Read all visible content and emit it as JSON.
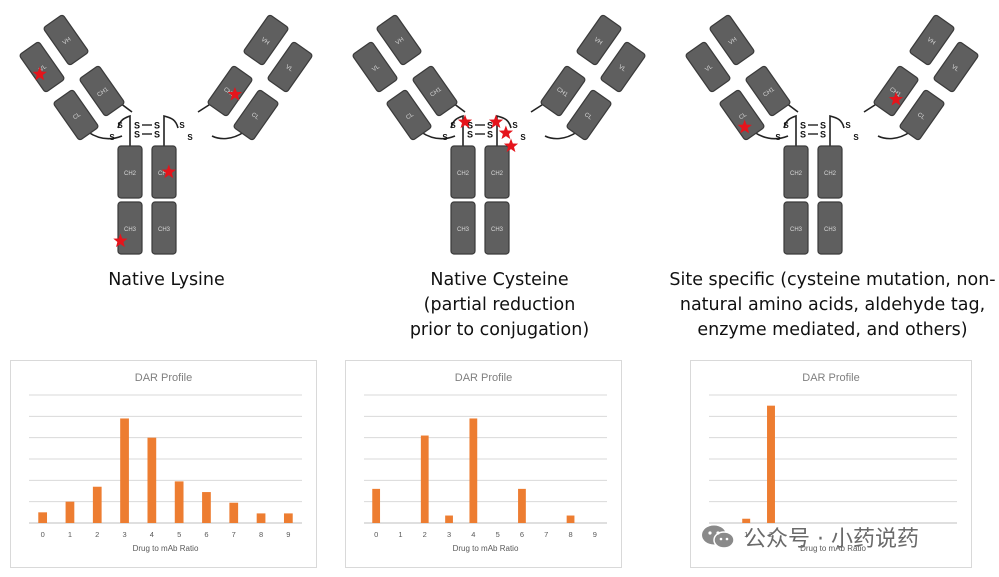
{
  "panels": [
    {
      "caption": [
        "Native Lysine"
      ],
      "stars": [
        {
          "part": "vl_left",
          "u": 0.25,
          "v": 0.6
        },
        {
          "part": "ch1_right",
          "u": 0.75,
          "v": 0.5
        },
        {
          "part": "ch2_right",
          "u": 0.7,
          "v": 0.5
        },
        {
          "part": "ch3_left",
          "u": 0.1,
          "v": 0.75
        }
      ],
      "chart_data": {
        "type": "bar",
        "title": "DAR Profile",
        "xlabel": "Drug to mAb Ratio",
        "ylabel": "",
        "categories": [
          "0",
          "1",
          "2",
          "3",
          "4",
          "5",
          "6",
          "7",
          "8",
          "9"
        ],
        "values": [
          1,
          2,
          3.4,
          9.8,
          8,
          3.9,
          2.9,
          1.9,
          0.9,
          0.9
        ],
        "ylim": [
          0,
          12
        ],
        "grid": true,
        "bar_color": "#ed7d31"
      }
    },
    {
      "caption": [
        "Native Cysteine",
        "(partial reduction",
        "prior to conjugation)"
      ],
      "stars": [
        {
          "part": "hinge_left",
          "u": 0.5,
          "v": 0.1
        },
        {
          "part": "hinge_right",
          "u": 0.5,
          "v": 0.1
        },
        {
          "part": "hinge_right",
          "u": 0.95,
          "v": 0.65
        },
        {
          "part": "light_end_right",
          "u": 0.5,
          "v": 0.5
        }
      ],
      "chart_data": {
        "type": "bar",
        "title": "DAR Profile",
        "xlabel": "Drug to mAb Ratio",
        "ylabel": "",
        "categories": [
          "0",
          "1",
          "2",
          "3",
          "4",
          "5",
          "6",
          "7",
          "8",
          "9"
        ],
        "values": [
          3.2,
          0,
          8.2,
          0.7,
          9.8,
          0,
          3.2,
          0,
          0.7,
          0
        ],
        "ylim": [
          0,
          12
        ],
        "grid": true,
        "bar_color": "#ed7d31"
      }
    },
    {
      "caption": [
        "Site specific (cysteine mutation, non-",
        "natural amino acids, aldehyde tag,",
        "enzyme mediated, and others)"
      ],
      "stars": [
        {
          "part": "cl_left",
          "u": 0.3,
          "v": 0.75
        },
        {
          "part": "ch1_right",
          "u": 0.7,
          "v": 0.65
        }
      ],
      "chart_data": {
        "type": "bar",
        "title": "DAR Profile",
        "xlabel": "Drug to mAb Ratio",
        "ylabel": "",
        "categories": [
          "0",
          "1",
          "2"
        ],
        "values": [
          0,
          0.4,
          11
        ],
        "ylim": [
          0,
          12
        ],
        "grid": true,
        "bar_color": "#ed7d31"
      }
    }
  ],
  "antibody": {
    "domain_labels": {
      "vl": "VL",
      "vh": "VH",
      "cl": "CL",
      "ch1": "CH1",
      "ch2": "CH2",
      "ch3": "CH3"
    },
    "disulfide_label": "S",
    "domain_fill": "#5f5f5f",
    "domain_stroke": "#3a3a3a",
    "star_color": "#e5141b"
  },
  "watermark": {
    "text": "公众号 · 小药说药",
    "icon": "wechat-icon"
  }
}
